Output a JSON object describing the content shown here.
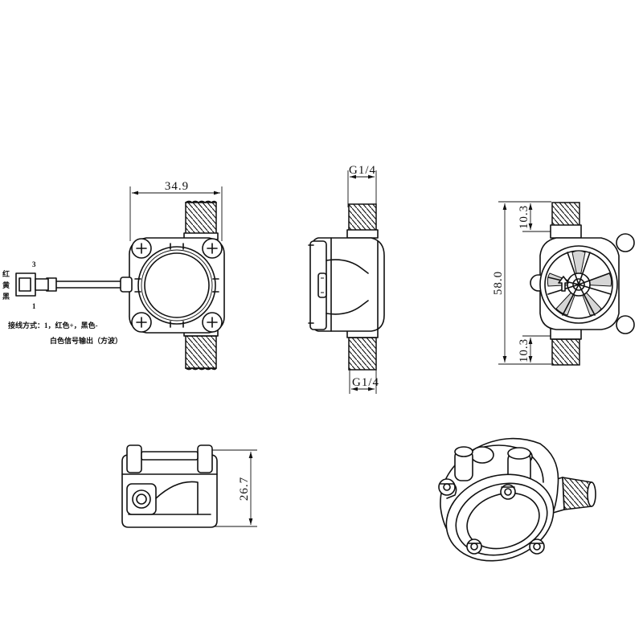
{
  "dimensions": {
    "front_width": "34.9",
    "thread_top": "G1/4",
    "thread_bottom": "G1/4",
    "top_offset": "10.3",
    "total_length": "58.0",
    "bottom_offset": "10.3",
    "side_height": "26.7"
  },
  "wiring": {
    "pin_top": "3",
    "pin_bottom": "1",
    "colors": [
      "红",
      "黄",
      "黑"
    ],
    "note_line1": "接线方式：1，红色+，黑色-",
    "note_line2": "白色信号输出（方波）"
  }
}
